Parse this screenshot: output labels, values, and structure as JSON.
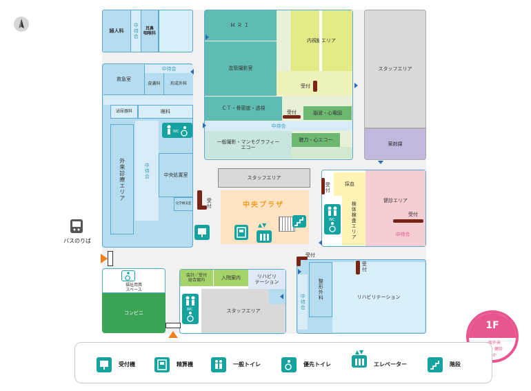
{
  "rooms": {
    "fujinka": "婦人科",
    "jibika": "耳鼻\n咽喉科",
    "naka_machi_top": "中待合",
    "kyukyu": "救急室",
    "hifuka": "皮膚科",
    "keisei": "形成外科",
    "hinyoki": "泌尿器科",
    "ganka": "眼科",
    "naka_machi_left_top": "中待合",
    "gairai": "外来診療エリア",
    "naka_machi_left": "中待合",
    "chuo_shochi": "中央処置室",
    "kagaku": "化学療法室",
    "mri": "ＭＲＩ",
    "kekkan": "血管撮影室",
    "naishikyo": "内視鏡エリア",
    "uketsuke_naishi": "受付",
    "ct": "ＣＴ・骨密度・透視",
    "uketsuke_ct": "受付",
    "noha": "脳波・心電図",
    "naka_machi_center": "中待合",
    "ippan": "一般撮影・マンモグラフィー\nエコー",
    "choryoku": "聴力・心エコー",
    "staff_right": "スタッフエリア",
    "yakuzai": "薬剤課",
    "staff_center": "スタッフエリア",
    "uketsuke_main": "受付",
    "plaza": "中央プラザ",
    "uketsuke_saiketsu": "受付",
    "saiketsu": "採血",
    "kentai": "検体検査エリア",
    "kenshin": "健診エリア",
    "uketsuke_kenshin": "受付",
    "naka_machi_kenshin": "中待合",
    "fukushi": "福祉用具\nスペース",
    "combini": "コンビニ",
    "kaikei": "会計／受付\n総合案内",
    "nyuin": "入院案内",
    "rehab_small": "リハビリ\nテーション",
    "staff_bottom": "スタッフエリア",
    "uketsuke_rehab1": "受付",
    "uketsuke_rehab2": "受付",
    "seikei": "整形外科",
    "naka_machi_rehab": "中待合",
    "rehab": "リハビリテーション",
    "bus": "バスのりば"
  },
  "floor": {
    "number": "1F",
    "sub": "一般外来\n検査・健診\nほか"
  },
  "legend": [
    {
      "icon": "reception-machine-icon",
      "label": "受付機"
    },
    {
      "icon": "payment-machine-icon",
      "label": "精算機"
    },
    {
      "icon": "restroom-icon",
      "label": "一般トイレ"
    },
    {
      "icon": "accessible-restroom-icon",
      "label": "優先トイレ"
    },
    {
      "icon": "elevator-icon",
      "label": "エレベーター"
    },
    {
      "icon": "stairs-icon",
      "label": "階段"
    }
  ],
  "colors": {
    "light_blue": "#b5dcef",
    "teal": "#5fbcb2",
    "yellow_green": "#e4eb86",
    "green": "#6cb870",
    "gray": "#d9d9d9",
    "purple": "#c2b7dc",
    "pink": "#f7cdd4",
    "orange": "#f4a62a",
    "combini": "#3aa454",
    "icon_teal": "#16a3a0",
    "floor_badge": "#e8558f"
  }
}
